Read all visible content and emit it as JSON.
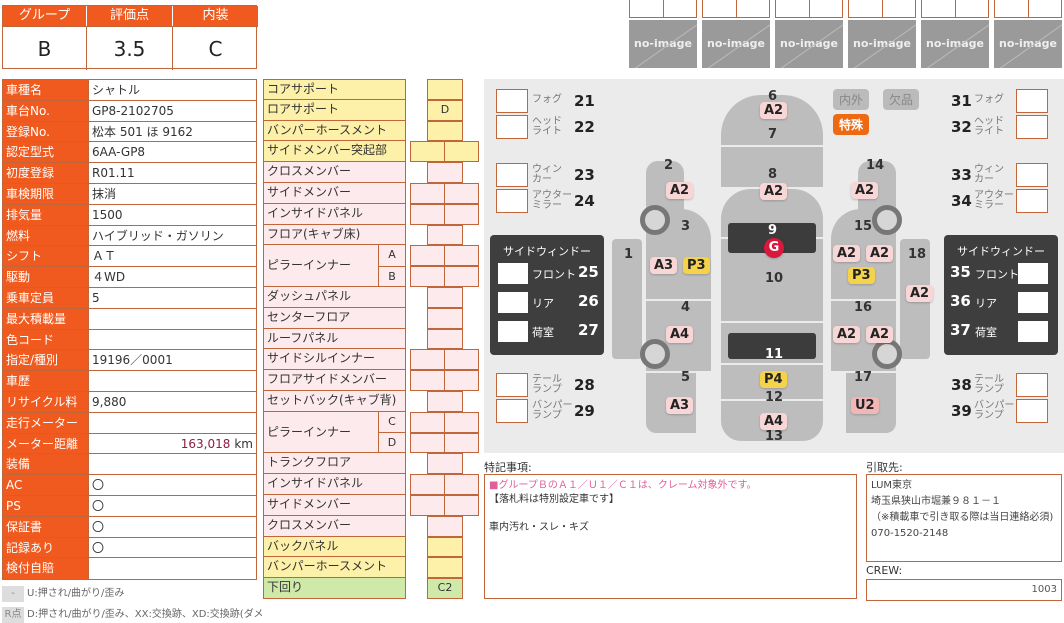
{
  "grade": {
    "headers": [
      "グループ",
      "評価点",
      "内装"
    ],
    "values": [
      "B",
      "3.5",
      "C"
    ]
  },
  "photos": {
    "count": 6,
    "placeholder": "no-image"
  },
  "info": [
    {
      "k": "車種名",
      "v": "シャトル"
    },
    {
      "k": "車台No.",
      "v": "GP8-2102705"
    },
    {
      "k": "登録No.",
      "v": "松本 501 ほ 9162"
    },
    {
      "k": "認定型式",
      "v": "6AA-GP8"
    },
    {
      "k": "初度登録",
      "v": "R01.11"
    },
    {
      "k": "車検期限",
      "v": "抹消"
    },
    {
      "k": "排気量",
      "v": "1500"
    },
    {
      "k": "燃料",
      "v": "ハイブリッド・ガソリン"
    },
    {
      "k": "シフト",
      "v": "ＡＴ"
    },
    {
      "k": "駆動",
      "v": "４WD"
    },
    {
      "k": "乗車定員",
      "v": "5"
    },
    {
      "k": "最大積載量",
      "v": ""
    },
    {
      "k": "色コード",
      "v": ""
    },
    {
      "k": "指定/種別",
      "v": "19196／0001"
    },
    {
      "k": "車歴",
      "v": ""
    },
    {
      "k": "リサイクル料",
      "v": "9,880"
    },
    {
      "k": "走行メーター",
      "v": ""
    },
    {
      "k": "メーター距離",
      "v": "163,018",
      "unit": "km"
    },
    {
      "k": "装備",
      "v": ""
    },
    {
      "k": "AC",
      "v": "〇"
    },
    {
      "k": "PS",
      "v": "〇"
    },
    {
      "k": "保証書",
      "v": "〇"
    },
    {
      "k": "記録あり",
      "v": "〇"
    },
    {
      "k": "検付自賠",
      "v": ""
    }
  ],
  "legend": [
    {
      "tag": "-",
      "text": "U:押され/曲がり/歪み"
    },
    {
      "tag": "R点",
      "text": "D:押され/曲がり/歪み、XX:交換跡、XD:交換跡(ダメ"
    }
  ],
  "frame": {
    "rows": [
      {
        "label": "コアサポート",
        "c": "y"
      },
      {
        "label": "ロアサポート",
        "c": "y",
        "val": "D"
      },
      {
        "label": "バンパーホースメント",
        "c": "y"
      },
      {
        "label": "サイドメンバー突起部",
        "c": "y"
      },
      {
        "label": "クロスメンバー",
        "c": "p"
      },
      {
        "label": "サイドメンバー",
        "c": "p"
      },
      {
        "label": "インサイドパネル",
        "c": "p"
      },
      {
        "label": "フロア(キャブ床)",
        "c": "p"
      },
      {
        "label": "ピラーインナー",
        "c": "p",
        "subs": [
          "A",
          "B"
        ]
      },
      {
        "label": "ダッシュパネル",
        "c": "p"
      },
      {
        "label": "センターフロア",
        "c": "p"
      },
      {
        "label": "ルーフパネル",
        "c": "p"
      },
      {
        "label": "サイドシルインナー",
        "c": "p"
      },
      {
        "label": "フロアサイドメンバー",
        "c": "p"
      },
      {
        "label": "セットバック(キャブ背)",
        "c": "p"
      },
      {
        "label": "ピラーインナー",
        "c": "p",
        "subs": [
          "C",
          "D"
        ]
      },
      {
        "label": "トランクフロア",
        "c": "p"
      },
      {
        "label": "インサイドパネル",
        "c": "p"
      },
      {
        "label": "サイドメンバー",
        "c": "p"
      },
      {
        "label": "クロスメンバー",
        "c": "p"
      },
      {
        "label": "バックパネル",
        "c": "y"
      },
      {
        "label": "バンパーホースメント",
        "c": "y"
      },
      {
        "label": "下回り",
        "c": "g",
        "val": "C2"
      }
    ]
  },
  "diagram": {
    "left_lamps": [
      {
        "n": "21",
        "l": "フォグ"
      },
      {
        "n": "22",
        "l": "ヘッド\nライト"
      },
      {
        "n": "23",
        "l": "ウィン\nカー"
      },
      {
        "n": "24",
        "l": "アウター\nミラー"
      },
      {
        "n": "28",
        "l": "テール\nランプ"
      },
      {
        "n": "29",
        "l": "バンパー\nランプ"
      }
    ],
    "right_lamps": [
      {
        "n": "31",
        "l": "フォグ"
      },
      {
        "n": "32",
        "l": "ヘッド\nライト"
      },
      {
        "n": "33",
        "l": "ウィン\nカー"
      },
      {
        "n": "34",
        "l": "アウター\nミラー"
      },
      {
        "n": "38",
        "l": "テール\nランプ"
      },
      {
        "n": "39",
        "l": "バンパー\nランプ"
      }
    ],
    "side_window_title": "サイドウィンドー",
    "left_windows": [
      {
        "n": "25",
        "l": "フロント"
      },
      {
        "n": "26",
        "l": "リア"
      },
      {
        "n": "27",
        "l": "荷室"
      }
    ],
    "right_windows": [
      {
        "n": "35",
        "l": "フロント"
      },
      {
        "n": "36",
        "l": "リア"
      },
      {
        "n": "37",
        "l": "荷室"
      }
    ],
    "toggles": {
      "inner_outer": "内外",
      "missing": "欠品",
      "special": "特殊"
    },
    "part_numbers": [
      "1",
      "2",
      "3",
      "4",
      "5",
      "6",
      "7",
      "8",
      "9",
      "10",
      "11",
      "12",
      "13",
      "14",
      "15",
      "16",
      "17",
      "18"
    ],
    "badges": [
      {
        "part": "6",
        "code": "A2"
      },
      {
        "part": "8",
        "code": "A2"
      },
      {
        "part": "9",
        "code": "G"
      },
      {
        "part": "2",
        "code": "A2"
      },
      {
        "part": "3",
        "code": "A3"
      },
      {
        "part": "3",
        "code": "P3"
      },
      {
        "part": "4",
        "code": "A4"
      },
      {
        "part": "5",
        "code": "A3"
      },
      {
        "part": "12",
        "code": "P4"
      },
      {
        "part": "13",
        "code": "A4"
      },
      {
        "part": "14",
        "code": "A2"
      },
      {
        "part": "15",
        "code": "A2"
      },
      {
        "part": "15",
        "code": "A2"
      },
      {
        "part": "15",
        "code": "P3"
      },
      {
        "part": "18",
        "code": "A2"
      },
      {
        "part": "16",
        "code": "A2"
      },
      {
        "part": "16",
        "code": "A2"
      },
      {
        "part": "17",
        "code": "U2"
      }
    ]
  },
  "notes": {
    "label": "特記事項:",
    "lines": [
      "■グループＢのＡ１／Ｕ１／Ｃ１は、クレーム対象外です。",
      "【落札料は特別設定車です】",
      "",
      "車内汚れ・スレ・キズ"
    ]
  },
  "pickup": {
    "label": "引取先:",
    "lines": [
      "LUM東京",
      "埼玉県狭山市堀兼９８１－１",
      "（※積載車で引き取る際は当日連絡必須)",
      "070-1520-2148"
    ]
  },
  "crew": {
    "label": "CREW:",
    "value": "1003"
  }
}
